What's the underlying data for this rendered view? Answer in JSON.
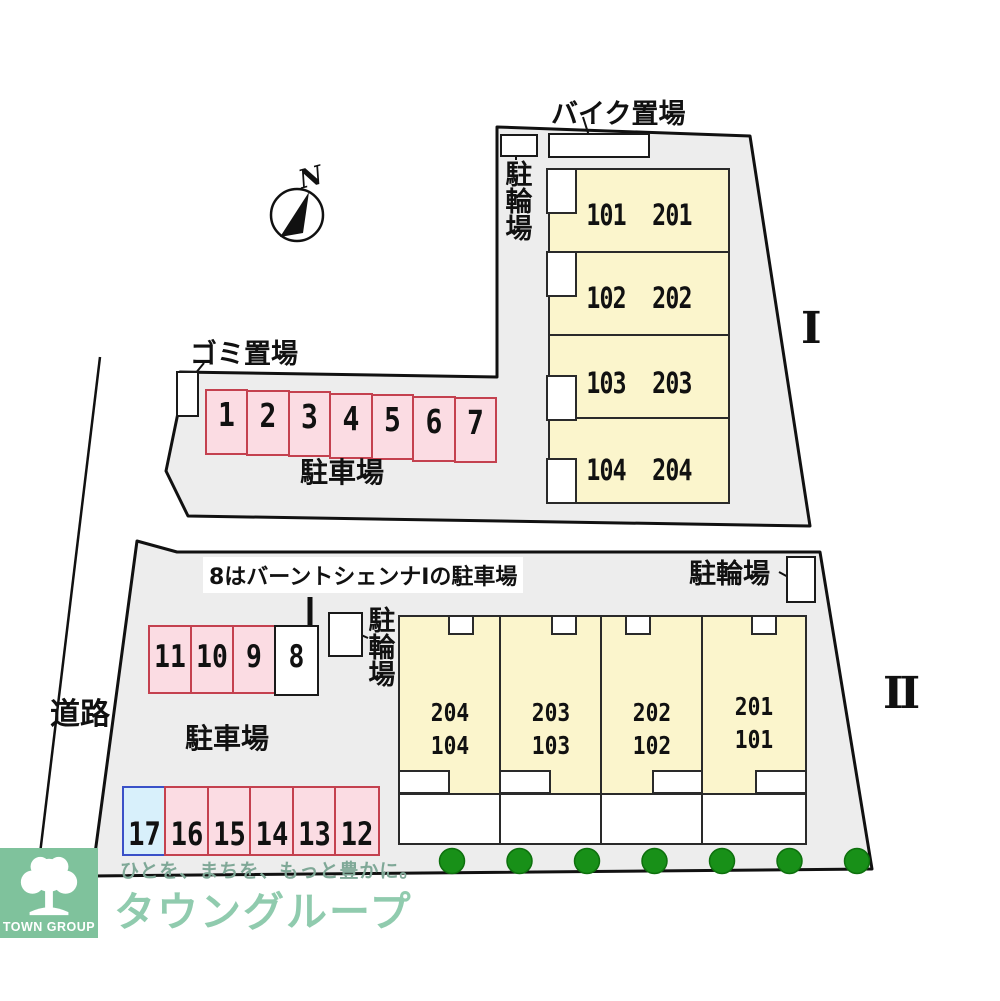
{
  "site_plan": {
    "compass_label": "N",
    "road_label": "道路"
  },
  "parcel_1": {
    "roman_numeral": "I",
    "bike_storage_label": "バイク置場",
    "bicycle_parking_label": "駐輪場",
    "garbage_area_label": "ゴミ置場",
    "parking_area_label": "駐車場",
    "units": [
      {
        "label": "101  201"
      },
      {
        "label": "102  202"
      },
      {
        "label": "103  203"
      },
      {
        "label": "104  204"
      }
    ],
    "parking_spaces": [
      "1",
      "2",
      "3",
      "4",
      "5",
      "6",
      "7"
    ]
  },
  "parcel_2": {
    "roman_numeral": "II",
    "annotation": "8はバーントシェンナⅠの駐車場",
    "bicycle_parking_label_left": "駐輪場",
    "bicycle_parking_label_right": "駐輪場",
    "parking_area_label": "駐車場",
    "road_label": "道路",
    "parking_spaces_upper": [
      "11",
      "10",
      "9",
      "8"
    ],
    "parking_spaces_lower": [
      "17",
      "16",
      "15",
      "14",
      "13",
      "12"
    ],
    "units": [
      {
        "upper": "204",
        "lower": "104"
      },
      {
        "upper": "203",
        "lower": "103"
      },
      {
        "upper": "202",
        "lower": "102"
      },
      {
        "upper": "201",
        "lower": "101"
      }
    ]
  },
  "footer": {
    "logo_name": "TOWN GROUP",
    "slogan": "ひとを、まちを、もっと豊かに。",
    "brand_name": "タウングループ"
  },
  "colors": {
    "parcel_fill": "#ededed",
    "outline": "#111111",
    "building_fill": "#fbf5cc",
    "parking_pink_fill": "#fbdce3",
    "parking_pink_border": "#c4414f",
    "parking_blue_fill": "#d8f0fb",
    "parking_blue_border": "#3a51c8",
    "tree_green": "#189018",
    "brand_green": "#90cbae",
    "logo_green": "#7fc29c"
  }
}
